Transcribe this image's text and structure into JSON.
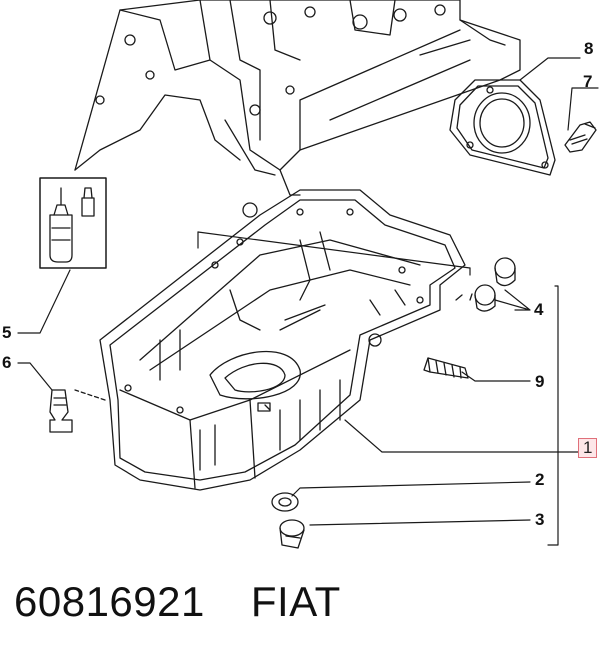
{
  "callouts": {
    "c1": "1",
    "c2": "2",
    "c3": "3",
    "c4": "4",
    "c5": "5",
    "c6": "6",
    "c7": "7",
    "c8": "8",
    "c9": "9"
  },
  "caption": {
    "part_number": "60816921",
    "brand": "FIAT"
  },
  "colors": {
    "line": "#1a1a1a",
    "highlight_border": "#e0707a",
    "highlight_fill": "#fde6e8"
  }
}
